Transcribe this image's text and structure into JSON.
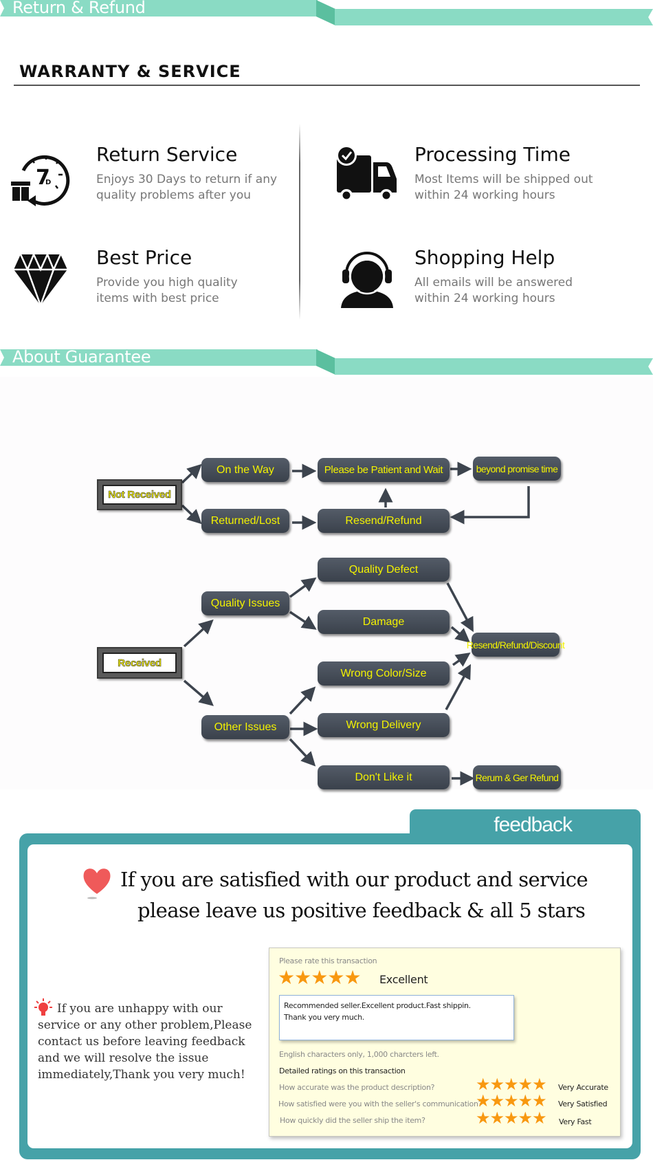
{
  "banners": {
    "return_refund": "Return & Refund",
    "about_guarantee": "About Guarantee"
  },
  "warranty": {
    "title": "WARRANTY & SERVICE",
    "items": [
      {
        "icon": "clock-7-days-return-icon",
        "title": "Return Service",
        "lines": [
          "Enjoys 30 Days to return if any",
          "quality problems after you"
        ]
      },
      {
        "icon": "delivery-truck-check-icon",
        "title": "Processing Time",
        "lines": [
          "Most Items will be shipped out",
          "within 24 working hours"
        ]
      },
      {
        "icon": "diamond-icon",
        "title": "Best Price",
        "lines": [
          "Provide you high quality",
          "items with best price"
        ]
      },
      {
        "icon": "headset-support-icon",
        "title": "Shopping Help",
        "lines": [
          "All emails will be answered",
          "within 24 working hours"
        ]
      }
    ],
    "clock_digit": "7",
    "clock_unit": "D"
  },
  "flowchart": {
    "not_received": {
      "root": "Not Received",
      "on_the_way": "On the Way",
      "patient": "Please be Patient and Wait",
      "beyond": "beyond promise time",
      "returned_lost": "Returned/Lost",
      "resend_refund": "Resend/Refund"
    },
    "received": {
      "root": "Received",
      "quality_issues": "Quality Issues",
      "quality_defect": "Quality Defect",
      "damage": "Damage",
      "resend_refund_discount": "Resend/Refund/Discount",
      "other_issues": "Other Issues",
      "wrong_color_size": "Wrong Color/Size",
      "wrong_delivery": "Wrong Delivery",
      "dont_like": "Don't Like it",
      "return_refund": "Rerum & Ger Refund"
    }
  },
  "feedback": {
    "tab": "feedback",
    "headline_1": "If you are satisfied with our product and service",
    "headline_2": "please leave us positive feedback & all 5 stars",
    "unhappy_text": "If you are unhappy with our service or any other problem,Please contact us before leaving feedback and we will resolve the issue immediately,Thank you very much!",
    "rating_panel": {
      "prompt": "Please rate this transaction",
      "overall_stars": 5,
      "overall_label": "Excellent",
      "comment_line1": "Recommended seller.Excellent product.Fast shippin.",
      "comment_line2": "Thank you very much.",
      "char_note": "English characters only, 1,000 charcters left.",
      "detailed_title": "Detailed ratings on this transaction",
      "questions": [
        {
          "q": "How accurate was the product description?",
          "stars": 5,
          "label": "Very Accurate"
        },
        {
          "q": "How satisfied were you with the seller's communication?",
          "stars": 5,
          "label": "Very Satisfied"
        },
        {
          "q": "How quickly did the seller ship the item?",
          "stars": 5,
          "label": "Very Fast"
        }
      ]
    }
  },
  "colors": {
    "ribbon": "#8adbc4",
    "ribbon_fold": "#5bbf9f",
    "feedback_teal": "#46a2a8",
    "node_text": "#f3f200",
    "star": "#f89810",
    "heart": "#ef5a5a"
  }
}
